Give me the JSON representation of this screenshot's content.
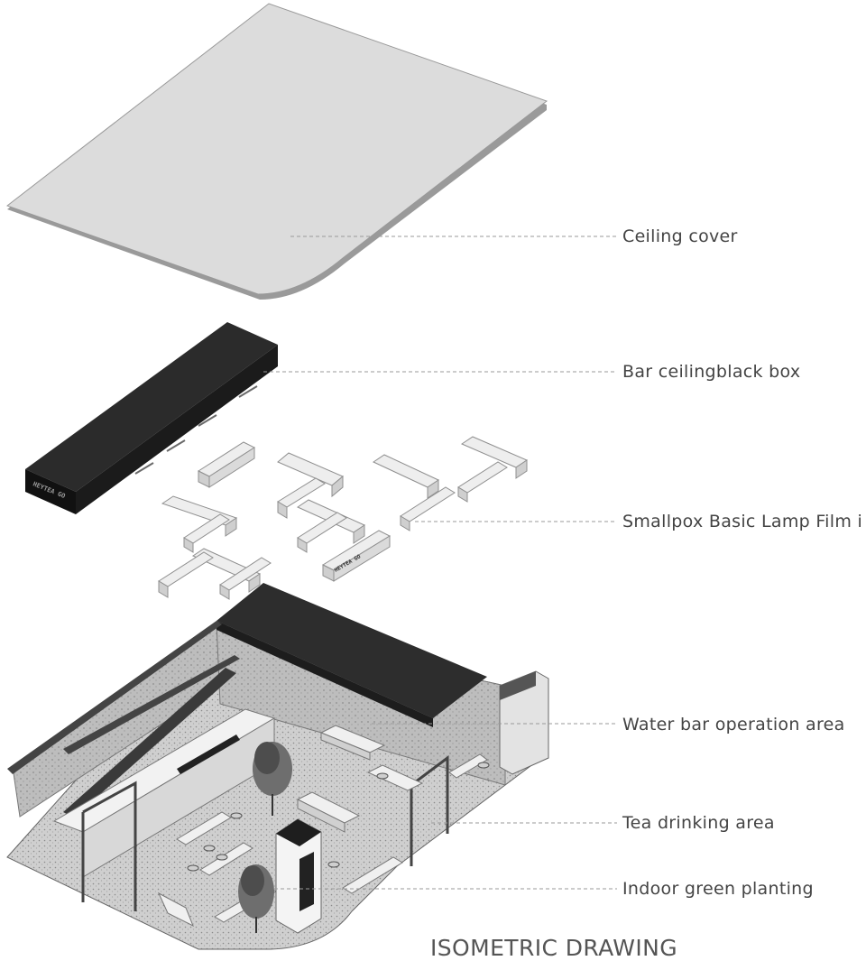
{
  "labels": {
    "ceiling_cover": "Ceiling cover",
    "bar_ceiling_box": "Bar ceilingblack box",
    "lamp_film": "Smallpox Basic Lamp Film i",
    "water_bar": "Water bar operation area",
    "tea_drinking": "Tea drinking area",
    "green_planting": "Indoor green planting"
  },
  "title": "ISOMETRIC DRAWING",
  "brand_text": "HEYTEA GO"
}
